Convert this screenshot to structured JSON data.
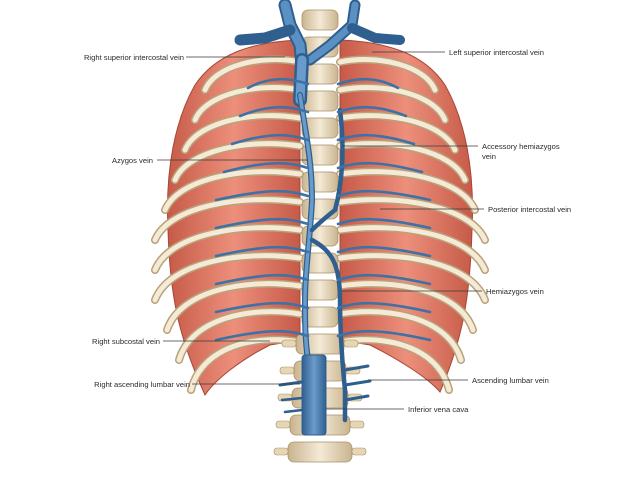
{
  "colors": {
    "background": "#ffffff",
    "muscle": "#e07a66",
    "muscle_dark": "#c65a48",
    "rib": "#f1e6cf",
    "bone": "#eadcbf",
    "bone_shade": "#c9b48e",
    "vein": "#4f86b8",
    "vein_dark": "#2f5f8f",
    "label_text": "#2a2a2a"
  },
  "labels": {
    "right_superior_intercostal_vein": "Right superior intercostal vein",
    "azygos_vein": "Azygos vein",
    "right_subcostal_vein": "Right subcostal vein",
    "right_ascending_lumbar_vein": "Right ascending lumbar vein",
    "left_superior_intercostal_vein": "Left superior intercostal vein",
    "accessory_hemiazygos_vein_line1": "Accessory hemiazygos",
    "accessory_hemiazygos_vein_line2": "vein",
    "posterior_intercostal_vein": "Posterior intercostal vein",
    "hemiazygos_vein": "Hemiazygos vein",
    "ascending_lumbar_vein": "Ascending lumbar vein",
    "inferior_vena_cava": "Inferior vena cava"
  }
}
